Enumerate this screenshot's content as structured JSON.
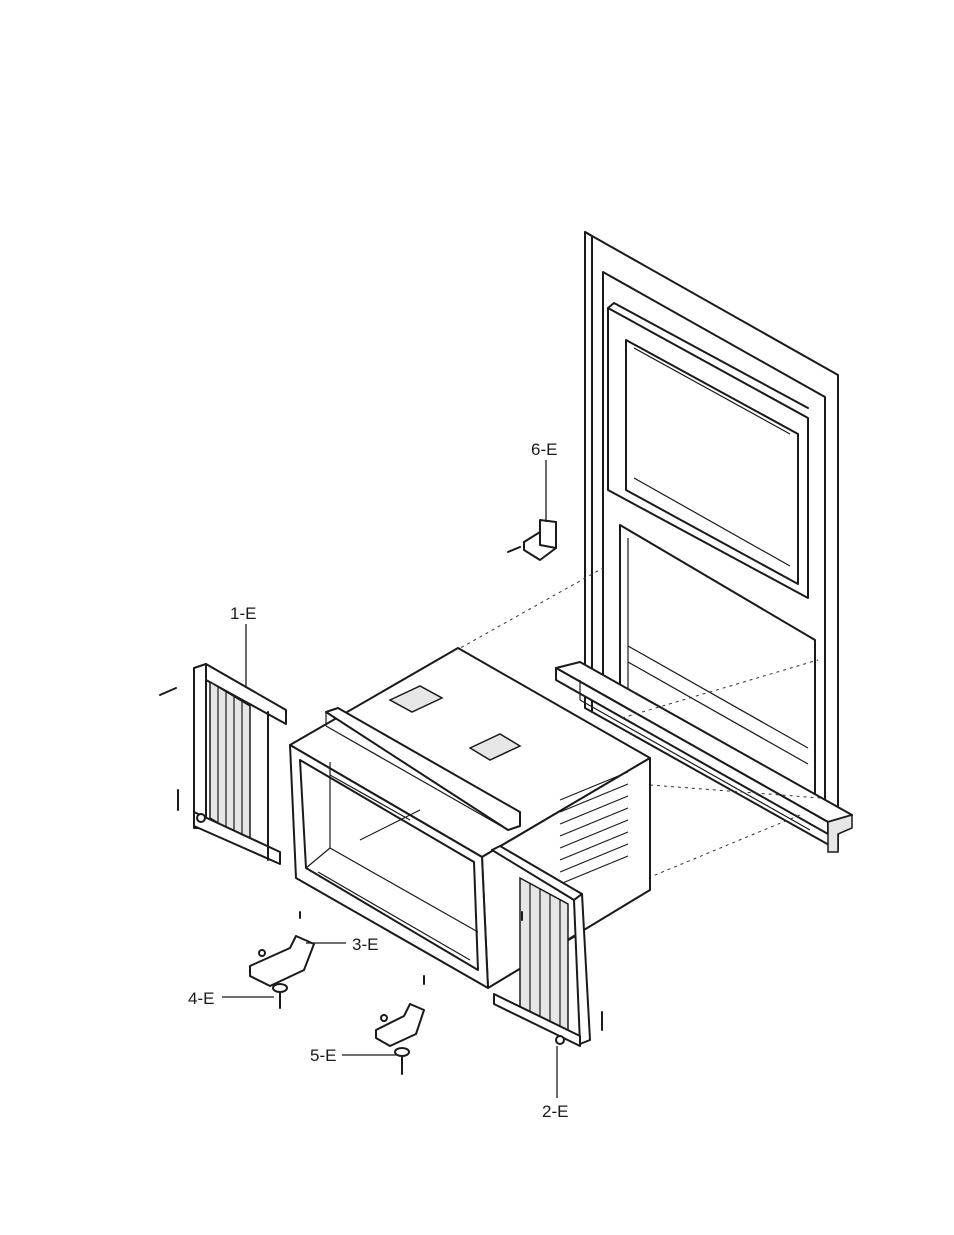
{
  "labels": {
    "p1": "1-E",
    "p2": "2-E",
    "p3": "3-E",
    "p4": "4-E",
    "p5": "5-E",
    "p6": "6-E"
  }
}
